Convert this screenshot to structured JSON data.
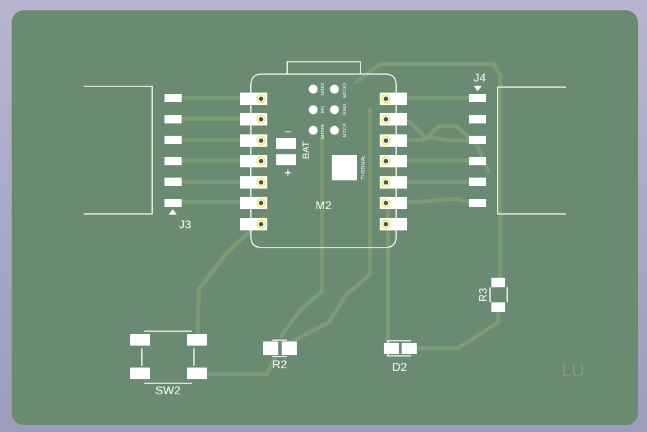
{
  "board": {
    "color": "#6b8a72",
    "silk_color": "#ffffff",
    "trace_color": "#7d9e76",
    "pad_color": "#ffffff",
    "hole_ring_color": "#e8e84a",
    "background_color": "#a9a8c5"
  },
  "refs": {
    "j3": "J3",
    "j4": "J4",
    "m2": "M2",
    "sw2": "SW2",
    "r2": "R2",
    "r3": "R3",
    "d2": "D2",
    "watermark": "LU"
  },
  "module": {
    "bat": "BAT",
    "minus": "−",
    "plus": "+",
    "thermal": "THERMAL",
    "mtdi": "MTDI",
    "mtdo": "MTDO",
    "en": "EN",
    "gnd": "GND",
    "mtms": "MTMS",
    "mtck": "MTCK"
  }
}
